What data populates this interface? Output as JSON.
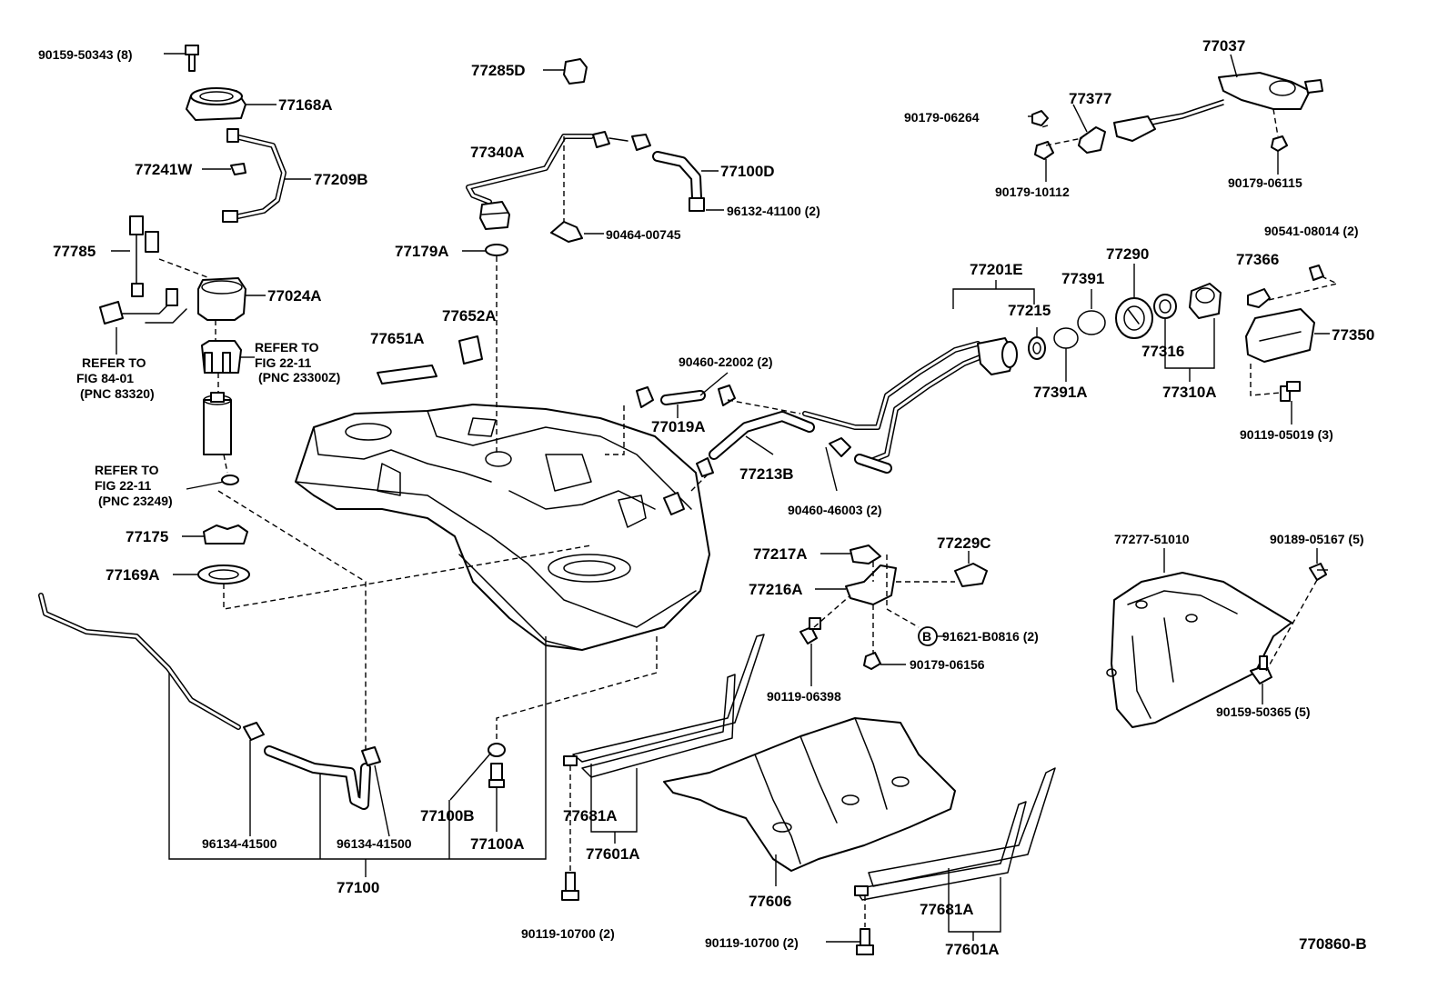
{
  "diagram_id": "770860-B",
  "labels": {
    "p90159_50343": "90159-50343 (8)",
    "p77168A": "77168A",
    "p77241W": "77241W",
    "p77209B": "77209B",
    "p77785": "77785",
    "p77024A": "77024A",
    "refer1a": "REFER TO",
    "refer1b": "FIG 84-01",
    "refer1c": "(PNC 83320)",
    "refer2a": "REFER TO",
    "refer2b": "FIG 22-11",
    "refer2c": "(PNC 23300Z)",
    "refer3a": "REFER TO",
    "refer3b": "FIG 22-11",
    "refer3c": "(PNC 23249)",
    "p77175": "77175",
    "p77169A": "77169A",
    "p77285D": "77285D",
    "p77340A": "77340A",
    "p77100D": "77100D",
    "p96132_41100": "96132-41100 (2)",
    "p90464_00745": "90464-00745",
    "p77179A": "77179A",
    "p77652A": "77652A",
    "p77651A": "77651A",
    "p90460_22002": "90460-22002 (2)",
    "p77019A": "77019A",
    "p77213B": "77213B",
    "p90460_46003": "90460-46003 (2)",
    "p77037": "77037",
    "p90179_06264": "90179-06264",
    "p77377": "77377",
    "p90179_10112": "90179-10112",
    "p90179_06115": "90179-06115",
    "p77201E": "77201E",
    "p77215": "77215",
    "p77391": "77391",
    "p77290": "77290",
    "p77391A": "77391A",
    "p77316": "77316",
    "p77310A": "77310A",
    "p90541_08014": "90541-08014 (2)",
    "p77366": "77366",
    "p77350": "77350",
    "p90119_05019": "90119-05019 (3)",
    "p77217A": "77217A",
    "p77229C": "77229C",
    "p77216A": "77216A",
    "b_circle": "B",
    "p91621_B0816": "91621-B0816 (2)",
    "p90179_06156": "90179-06156",
    "p90119_06398": "90119-06398",
    "p77277_51010": "77277-51010",
    "p90189_05167": "90189-05167 (5)",
    "p90159_50365": "90159-50365 (5)",
    "p96134_41500a": "96134-41500",
    "p96134_41500b": "96134-41500",
    "p77100B": "77100B",
    "p77100A": "77100A",
    "p77100": "77100",
    "p77681A_1": "77681A",
    "p77601A_1": "77601A",
    "p90119_10700_1": "90119-10700 (2)",
    "p77606": "77606",
    "p90119_10700_2": "90119-10700 (2)",
    "p77681A_2": "77681A",
    "p77601A_2": "77601A",
    "footer_code": "770860-B"
  }
}
